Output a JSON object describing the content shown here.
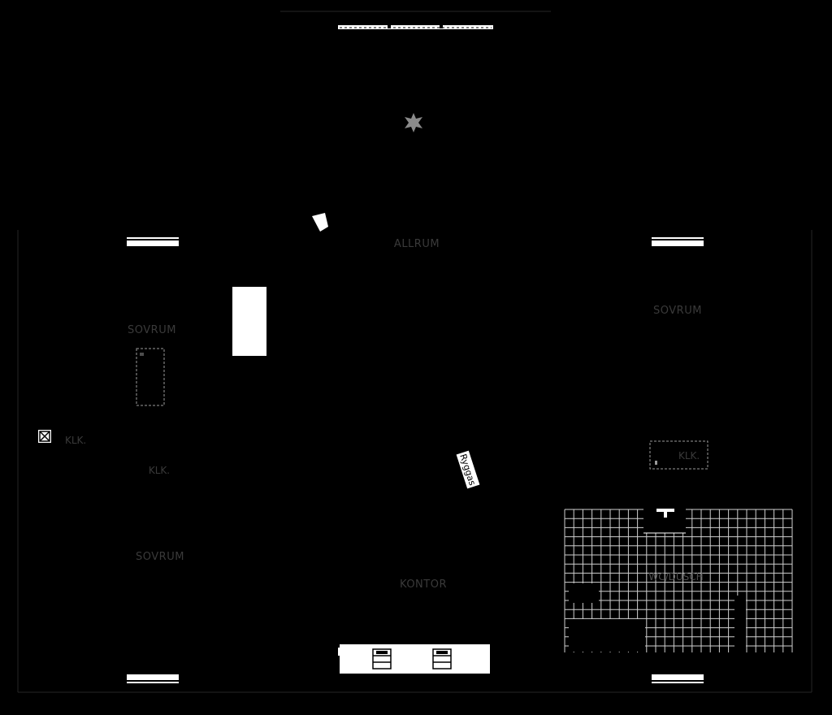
{
  "rooms": {
    "allrum": "ALLRUM",
    "sovrum_nw": "SOVRUM",
    "sovrum_ne": "SOVRUM",
    "sovrum_sw": "SOVRUM",
    "klk_west_outer": "KLK.",
    "klk_west_inner": "KLK.",
    "klk_east": "KLK.",
    "kontor": "KONTOR",
    "wc_dusch": "WC/DUSCH"
  },
  "annotations": {
    "rygg": "Ryggas"
  },
  "icons": {
    "ceiling_fan": "fan-icon",
    "closed_box": "crossed-box-icon",
    "stove": "stove-icon"
  },
  "colors": {
    "background": "#000000",
    "lines": "#2a2a2a",
    "fixtures": "#ffffff",
    "labels": "#3a3a3a"
  }
}
